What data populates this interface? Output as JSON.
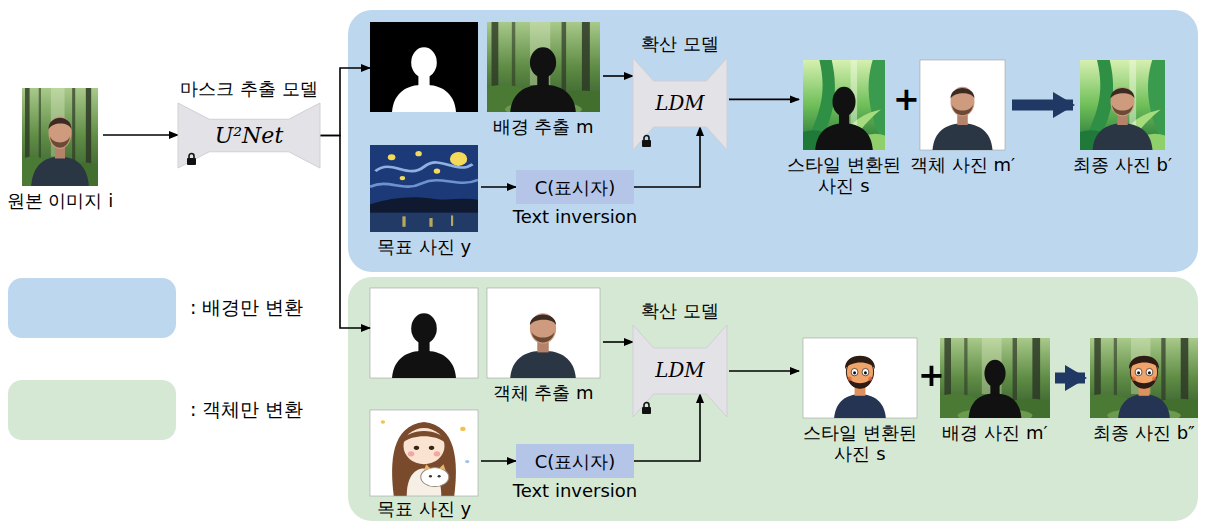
{
  "diagram": {
    "nodes": [
      {
        "text": [
          "원본 이미지 i"
        ]
      },
      {
        "text": [
          "마스크 추출 모델",
          "U²Net"
        ]
      },
      {
        "text": [
          "배경 추출 m"
        ]
      },
      {
        "text": [
          "확산 모델",
          "LDM"
        ]
      },
      {
        "text": [
          "목표 사진 y"
        ]
      },
      {
        "text": [
          "C(표시자)",
          "Text inversion"
        ]
      },
      {
        "text": [
          "스타일 변환된 사진 s"
        ]
      },
      {
        "text": [
          "객체 사진 m′"
        ]
      },
      {
        "text": [
          "최종 사진 b′"
        ]
      },
      {
        "text": [
          "객체 추출 m"
        ]
      },
      {
        "text": [
          "확산 모델",
          "LDM"
        ]
      },
      {
        "text": [
          "목표 사진 y"
        ]
      },
      {
        "text": [
          "C(표시자)",
          "Text inversion"
        ]
      },
      {
        "text": [
          "스타일 변환된 사진 s"
        ]
      },
      {
        "text": [
          "배경 사진 m′"
        ]
      },
      {
        "text": [
          "최종 사진 b″"
        ]
      }
    ],
    "edges": [
      {
        "from": 0,
        "to": 1,
        "arrow": "to"
      },
      {
        "from": 1,
        "to": 2,
        "arrow": "to"
      },
      {
        "from": 1,
        "to": 9,
        "arrow": "to"
      },
      {
        "from": 2,
        "to": 3,
        "arrow": "to"
      },
      {
        "from": 4,
        "to": 5,
        "arrow": "to"
      },
      {
        "from": 5,
        "to": 3,
        "arrow": "to"
      },
      {
        "from": 3,
        "to": 6,
        "arrow": "to"
      },
      {
        "from": 7,
        "to": 8,
        "arrow": "to"
      },
      {
        "from": 9,
        "to": 10,
        "arrow": "to"
      },
      {
        "from": 11,
        "to": 12,
        "arrow": "to"
      },
      {
        "from": 12,
        "to": 10,
        "arrow": "to"
      },
      {
        "from": 10,
        "to": 13,
        "arrow": "to"
      },
      {
        "from": 14,
        "to": 15,
        "arrow": "to"
      }
    ],
    "labels": [
      "+",
      "+"
    ],
    "legend": [
      {
        "text": ": 배경만 변환",
        "color": "#bdd7ee"
      },
      {
        "text": ": 객체만 변환",
        "color": "#d5e8d4"
      }
    ]
  }
}
